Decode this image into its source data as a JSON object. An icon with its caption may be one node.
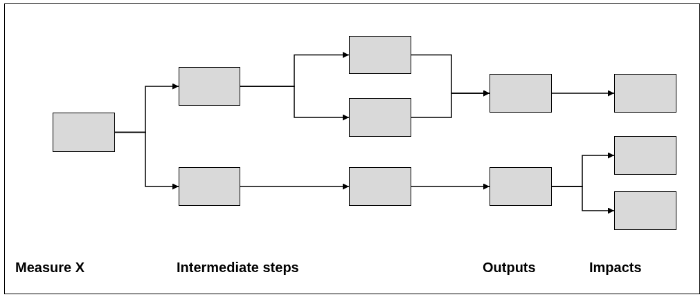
{
  "diagram": {
    "nodes": [
      {
        "text": [],
        "shape": "box"
      },
      {
        "text": [],
        "shape": "box"
      },
      {
        "text": [],
        "shape": "box"
      },
      {
        "text": [],
        "shape": "box"
      },
      {
        "text": [],
        "shape": "box"
      },
      {
        "text": [],
        "shape": "box"
      },
      {
        "text": [],
        "shape": "box"
      },
      {
        "text": [],
        "shape": "box"
      },
      {
        "text": [],
        "shape": "box"
      },
      {
        "text": [],
        "shape": "box"
      },
      {
        "text": [],
        "shape": "box"
      }
    ],
    "edges": [
      {
        "from": 0,
        "to": 1,
        "arrow": "to"
      },
      {
        "from": 0,
        "to": 2,
        "arrow": "to"
      },
      {
        "from": 1,
        "to": 3,
        "arrow": "to"
      },
      {
        "from": 1,
        "to": 4,
        "arrow": "to"
      },
      {
        "from": 3,
        "to": 6,
        "arrow": "to"
      },
      {
        "from": 4,
        "to": 6,
        "arrow": "to"
      },
      {
        "from": 6,
        "to": 8,
        "arrow": "to"
      },
      {
        "from": 2,
        "to": 5,
        "arrow": "to"
      },
      {
        "from": 5,
        "to": 7,
        "arrow": "to"
      },
      {
        "from": 7,
        "to": 9,
        "arrow": "to"
      },
      {
        "from": 7,
        "to": 10,
        "arrow": "to"
      }
    ],
    "labels": [
      "Measure X",
      "Intermediate steps",
      "Outputs",
      "Impacts"
    ]
  }
}
